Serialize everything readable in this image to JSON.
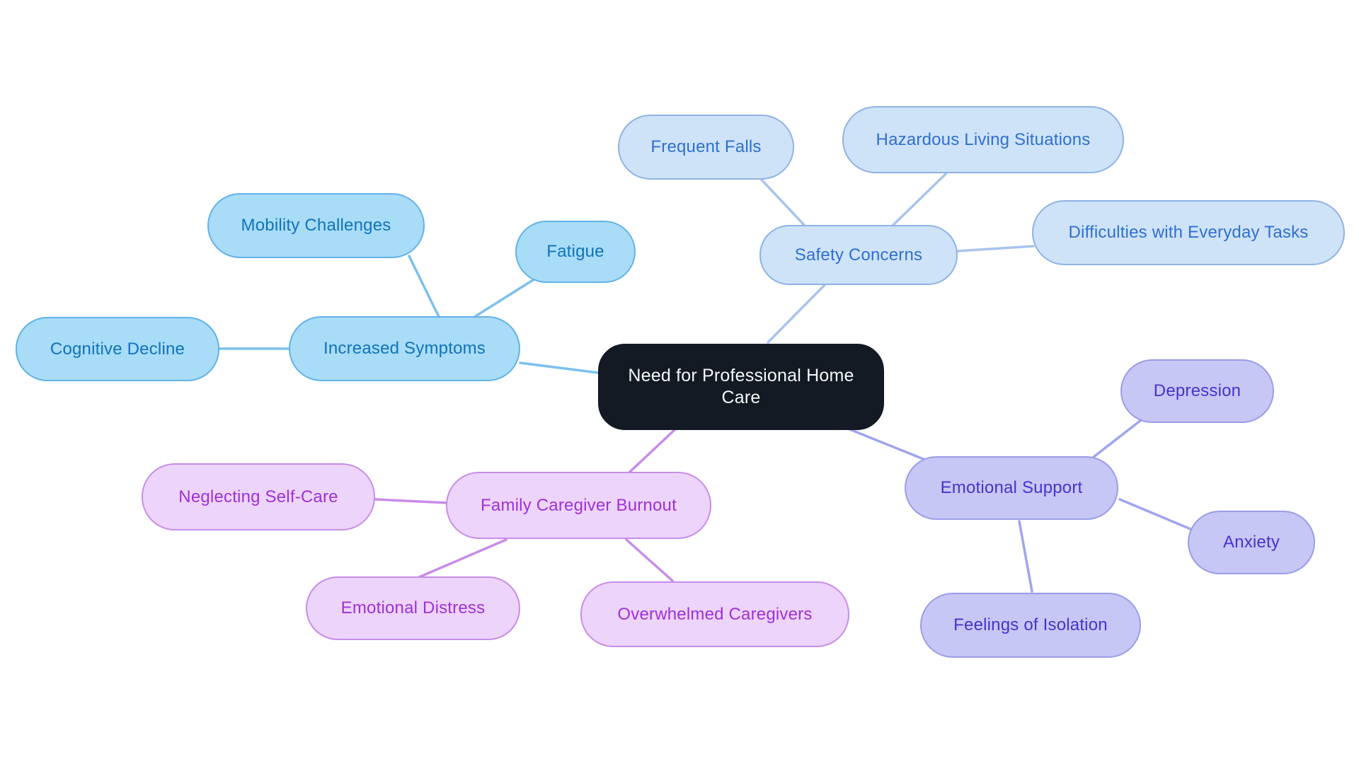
{
  "canvas": {
    "background": "#FFFFFF"
  },
  "central": {
    "label": "Need for Professional Home Care"
  },
  "families": {
    "central": {
      "fill": "#131A23",
      "border": "#131A23",
      "text": "#F5F7FA",
      "line": "#131A23"
    },
    "symptoms": {
      "fill": "#A8DCF7",
      "border": "#62B2E8",
      "text": "#1173BA",
      "line": "#7CC0ED"
    },
    "safety": {
      "fill": "#CEE3F8",
      "border": "#8FB2E5",
      "text": "#2F6FD1",
      "line": "#A8C4ED"
    },
    "emotional": {
      "fill": "#C6C7F4",
      "border": "#9A9DE8",
      "text": "#4434CC",
      "line": "#A0A4ED"
    },
    "caregiver": {
      "fill": "#EDD4FA",
      "border": "#C88CEA",
      "text": "#9D31D9",
      "line": "#C98BE9"
    }
  },
  "branches": [
    {
      "key": "symptoms",
      "label": "Increased Symptoms",
      "children": [
        {
          "label": "Mobility Challenges"
        },
        {
          "label": "Fatigue"
        },
        {
          "label": "Cognitive Decline"
        }
      ]
    },
    {
      "key": "safety",
      "label": "Safety Concerns",
      "children": [
        {
          "label": "Frequent Falls"
        },
        {
          "label": "Hazardous Living Situations"
        },
        {
          "label": "Difficulties with Everyday Tasks"
        }
      ]
    },
    {
      "key": "emotional",
      "label": "Emotional Support",
      "children": [
        {
          "label": "Depression"
        },
        {
          "label": "Anxiety"
        },
        {
          "label": "Feelings of Isolation"
        }
      ]
    },
    {
      "key": "caregiver",
      "label": "Family Caregiver Burnout",
      "children": [
        {
          "label": "Neglecting Self-Care"
        },
        {
          "label": "Emotional Distress"
        },
        {
          "label": "Overwhelmed Caregivers"
        }
      ]
    }
  ]
}
